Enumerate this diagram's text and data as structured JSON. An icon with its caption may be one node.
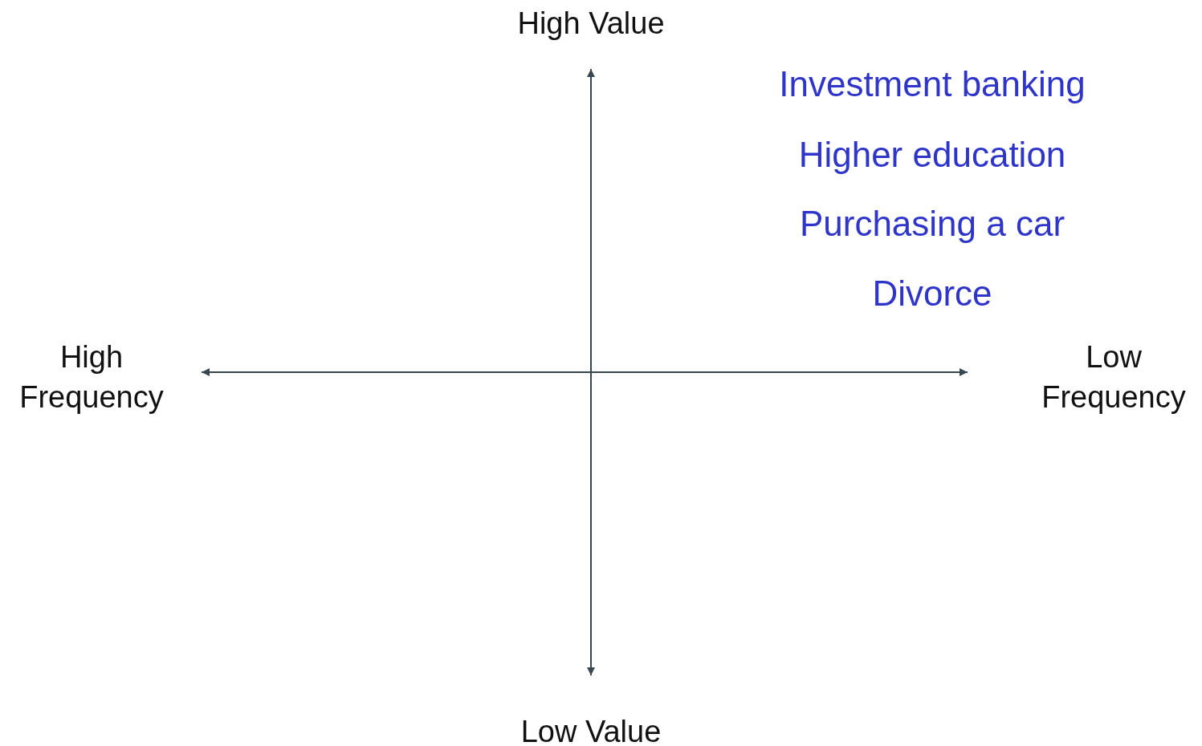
{
  "diagram": {
    "labels": [
      "High Value",
      "Investment banking",
      "Higher education",
      "Purchasing a car",
      "Divorce",
      "High Frequency",
      "Low Frequency",
      "Low Value"
    ]
  }
}
